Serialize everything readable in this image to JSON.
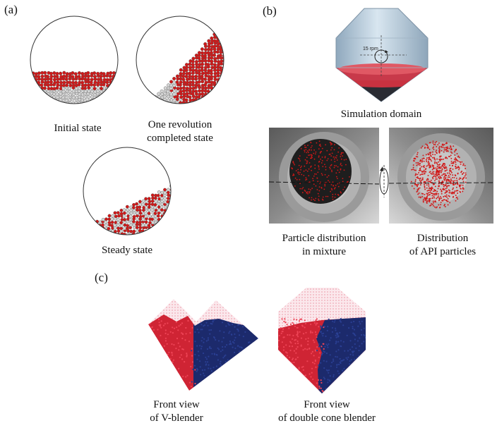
{
  "panels": [
    {
      "label": "(a)"
    },
    {
      "label": "(b)"
    },
    {
      "label": "(c)"
    }
  ],
  "panel_a": {
    "captions": [
      {
        "line1": "Initial state",
        "line2": ""
      },
      {
        "line1": "One revolution",
        "line2": "completed state"
      },
      {
        "line1": "Steady state",
        "line2": ""
      }
    ]
  },
  "panel_b": {
    "speed_label": "15 rpm",
    "captions": [
      {
        "line1": "Simulation domain",
        "line2": ""
      },
      {
        "line1": "Particle distribution",
        "line2": "in mixture"
      },
      {
        "line1": "Distribution",
        "line2": "of API particles"
      }
    ]
  },
  "panel_c": {
    "captions": [
      {
        "line1": "Front view",
        "line2": "of V-blender"
      },
      {
        "line1": "Front view",
        "line2": "of double cone blender"
      }
    ]
  },
  "colors": {
    "api_particle": "#d01818",
    "excipient_particle": "#d4d4d4",
    "blue_particle": "#1a2a6c",
    "vessel": "#b8ccdc"
  }
}
